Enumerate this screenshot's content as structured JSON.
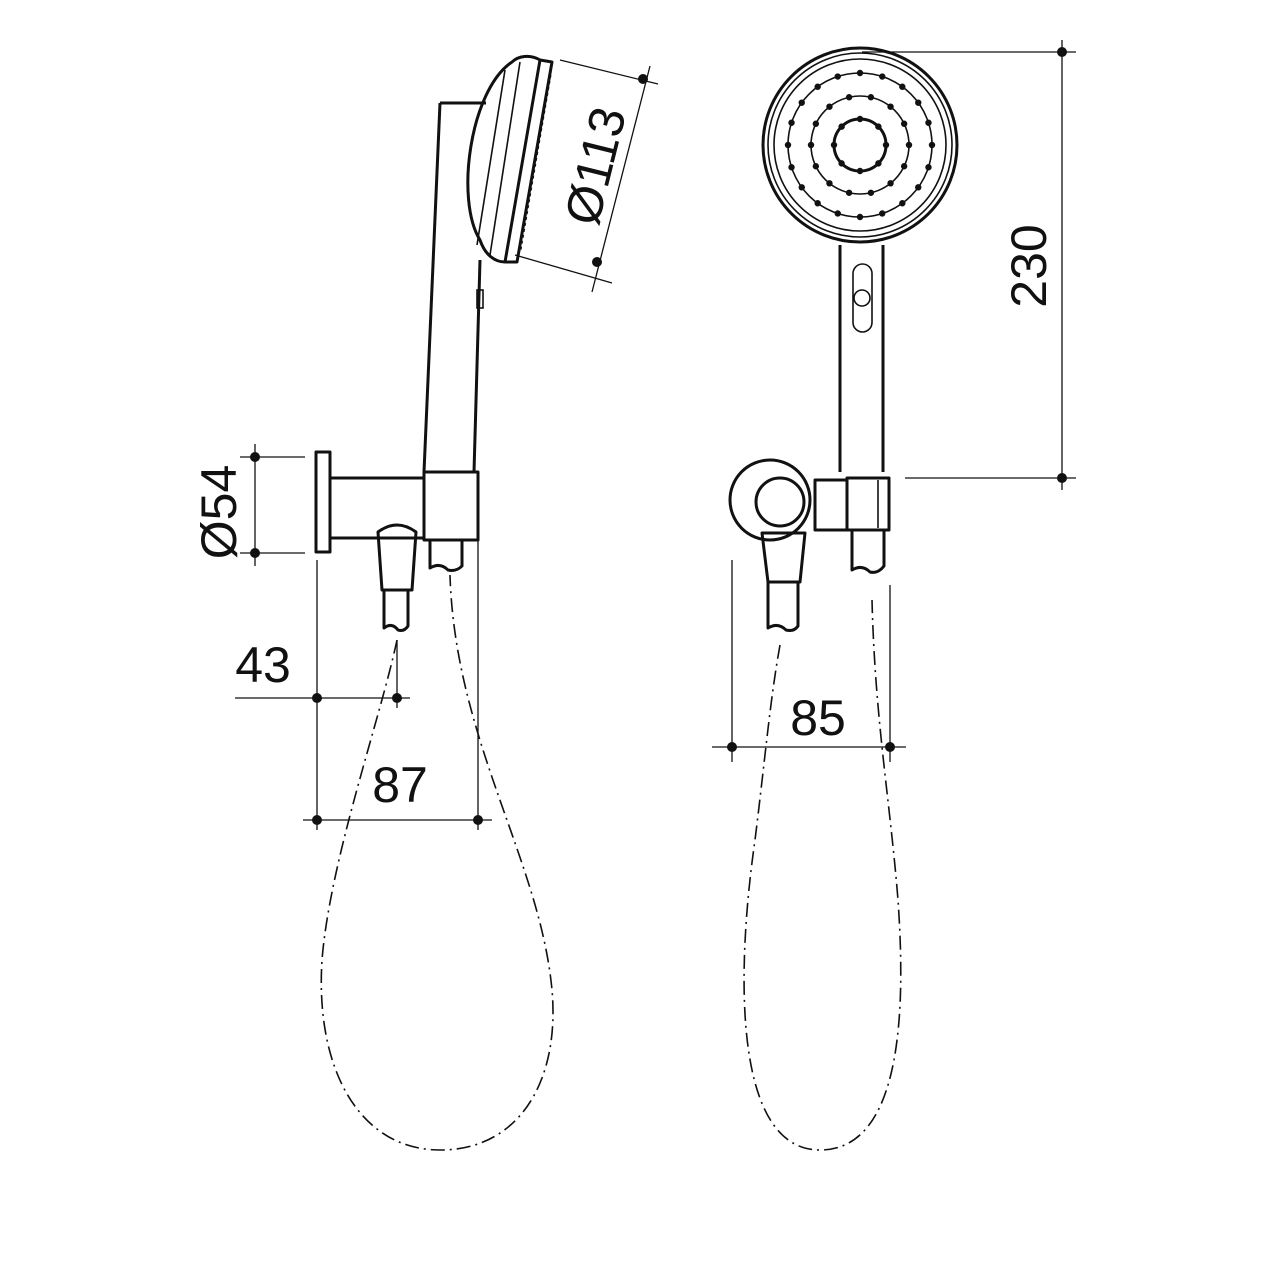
{
  "dimensions": {
    "side_view": {
      "head_diameter": "Ø113",
      "wall_plate_diameter": "Ø54",
      "outlet_offset": "43",
      "projection": "87"
    },
    "front_view": {
      "height": "230",
      "width": "85"
    }
  },
  "colors": {
    "line": "#111111",
    "background": "#ffffff"
  }
}
